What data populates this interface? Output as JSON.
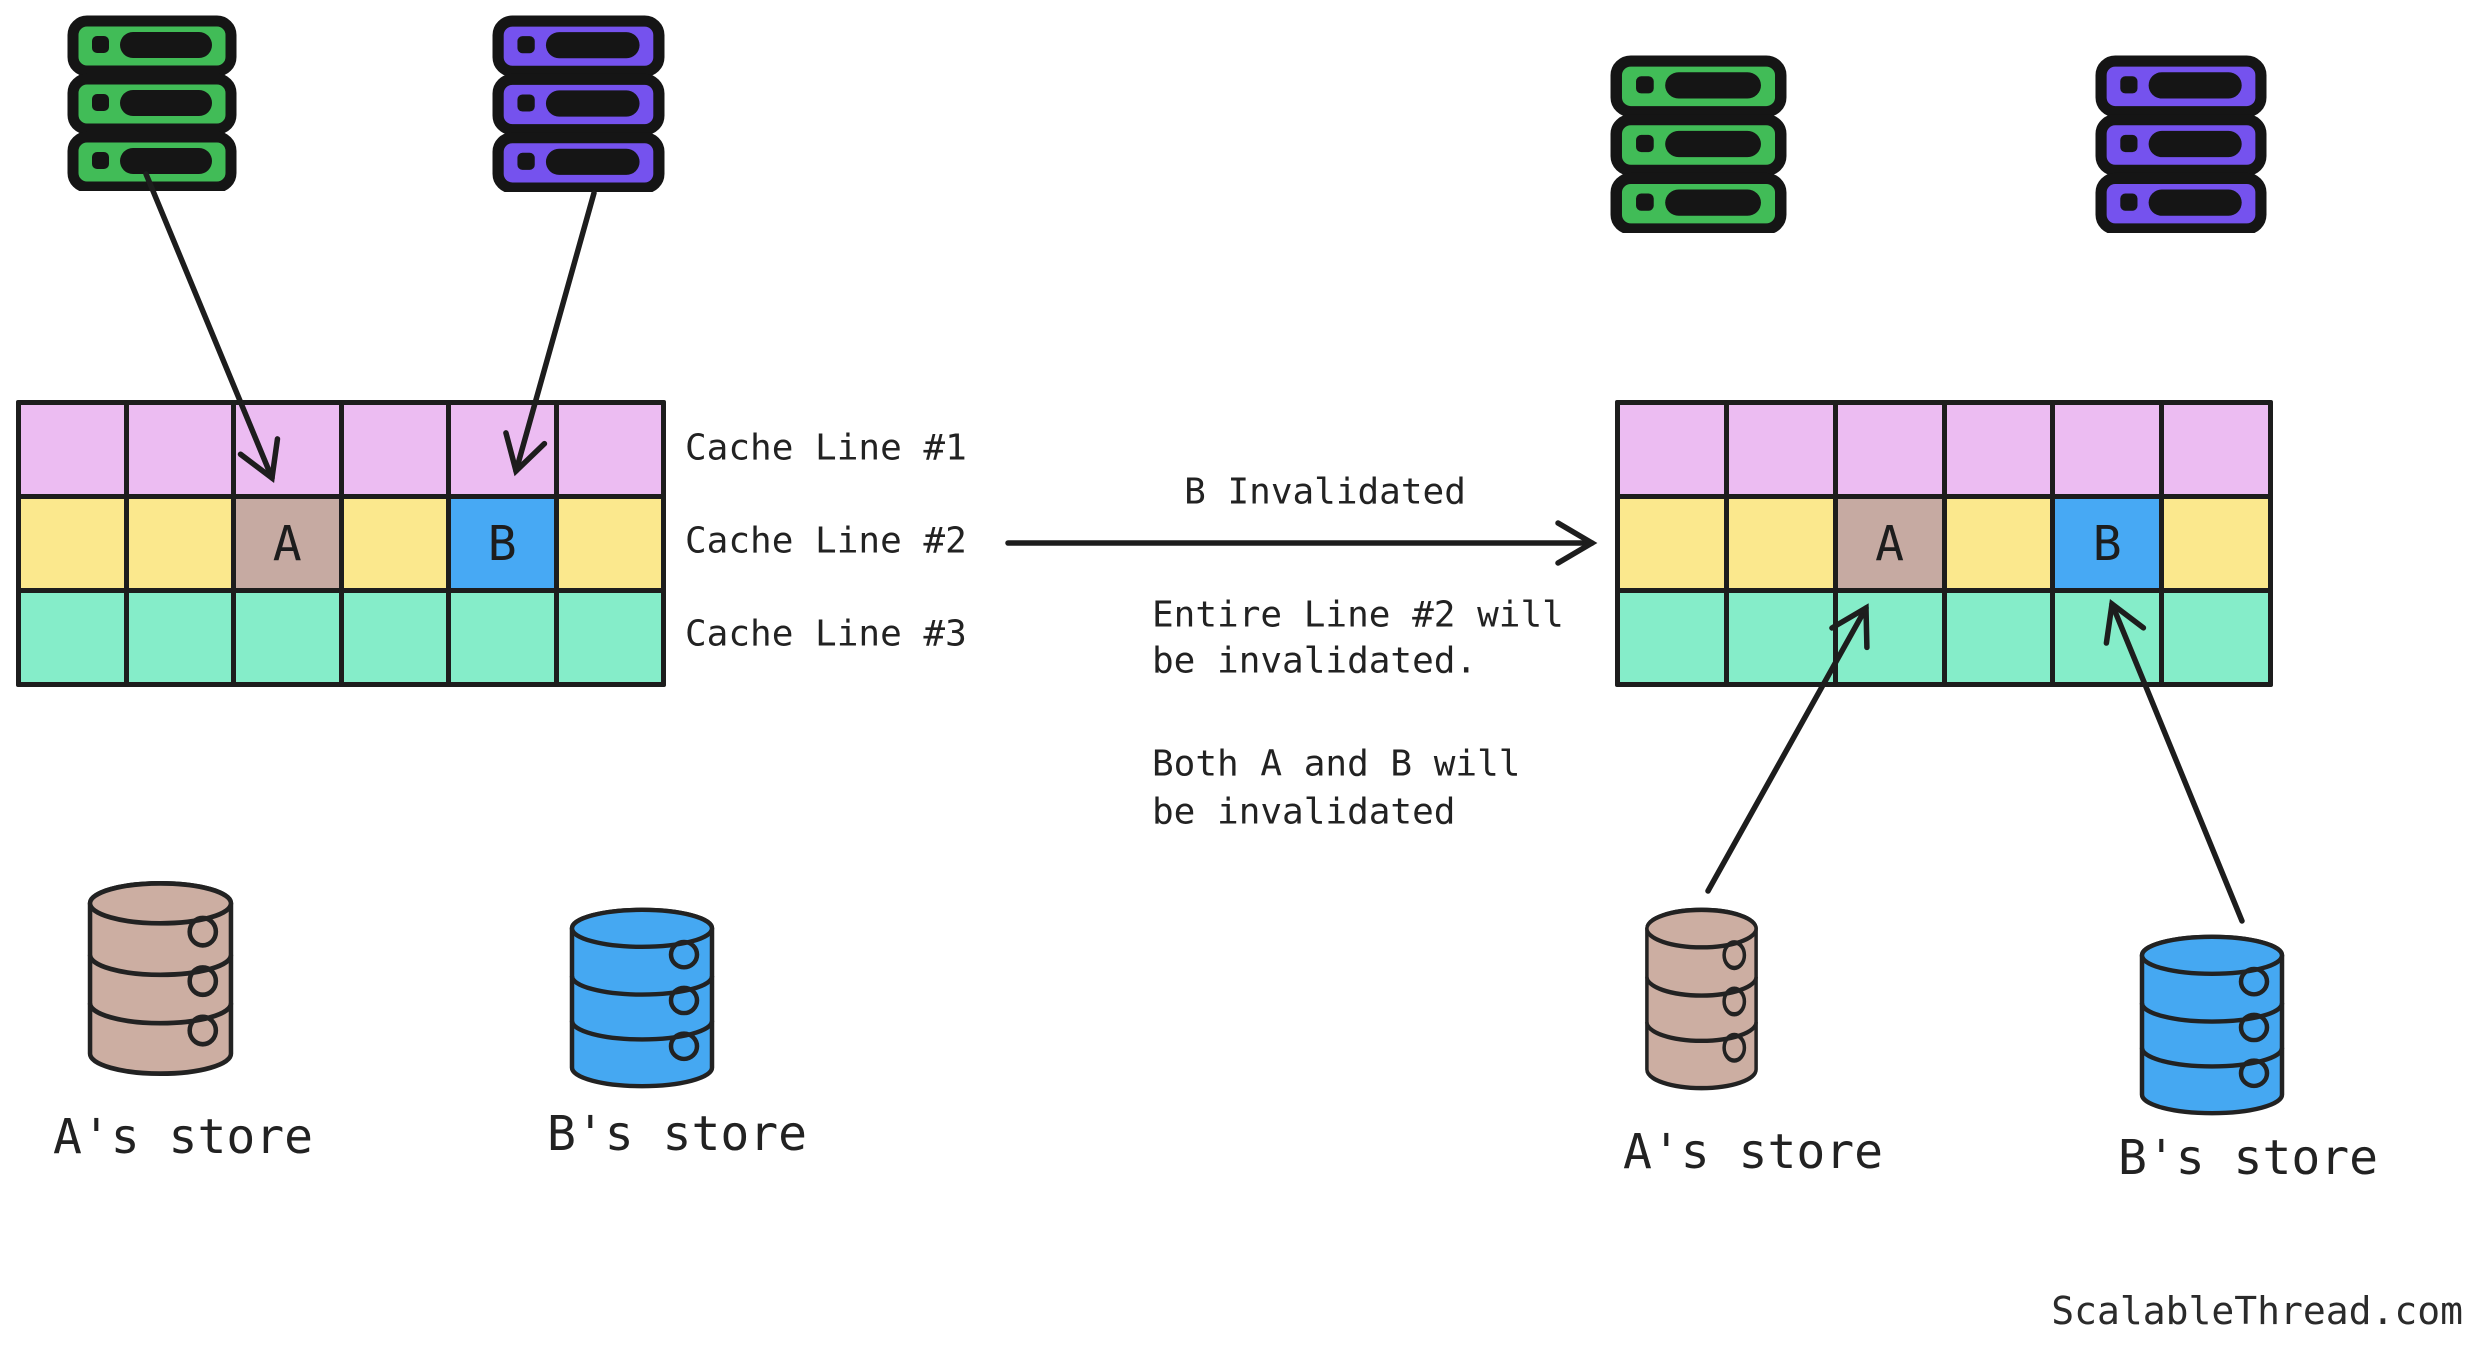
{
  "watermark": "ScalableThread.com",
  "colors": {
    "ink": "#1d1d1d",
    "server_green": "#41bc57",
    "server_purple": "#7552ee",
    "row_pink": "#ecbcf2",
    "row_yellow": "#fbe88d",
    "row_teal": "#85edc9",
    "cell_a_tan": "#c6aaa2",
    "cell_b_blue": "#47a9f4",
    "store_tan": "#ccaea2",
    "store_blue": "#45a8f2"
  },
  "grid": {
    "rows": 3,
    "cols": 6,
    "row_colors": [
      "#ecbcf2",
      "#fbe88d",
      "#85edc9"
    ],
    "cell_a": {
      "row": 1,
      "col": 2,
      "color": "#c6aaa2",
      "label": "A"
    },
    "cell_b": {
      "row": 1,
      "col": 4,
      "color": "#47a9f4",
      "label": "B"
    }
  },
  "cache_line_labels": [
    "Cache Line #1",
    "Cache Line #2",
    "Cache Line #3"
  ],
  "transition": {
    "arrow_label": "B Invalidated",
    "notes": [
      "Entire Line #2 will",
      "be invalidated.",
      "Both A and B will",
      "be invalidated"
    ]
  },
  "stores": {
    "left_a": "A's store",
    "left_b": "B's store",
    "right_a": "A's store",
    "right_b": "B's store"
  }
}
